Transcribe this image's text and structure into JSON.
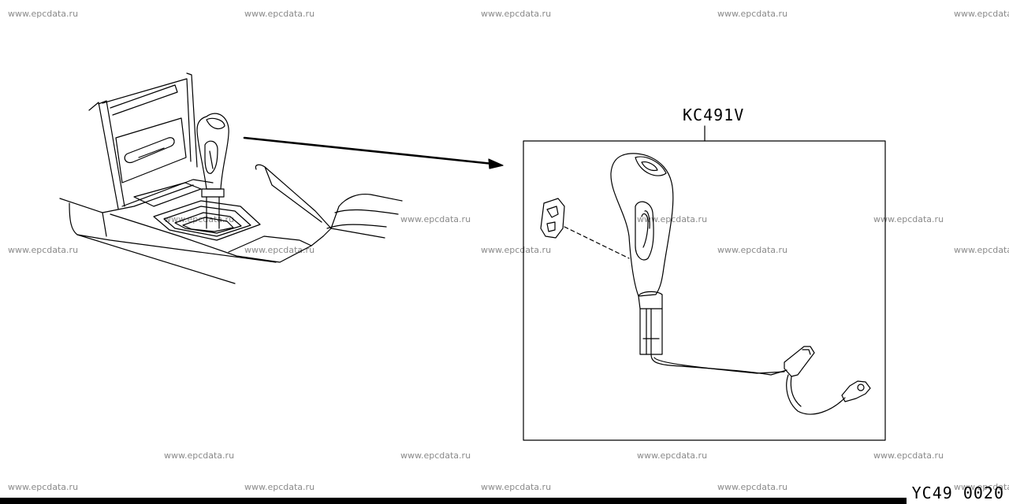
{
  "watermark": "www.epcdata.ru",
  "part_number": "KC491V",
  "diagram_code": "YC49 0020",
  "stroke_color": "#000000",
  "watermark_color": "#8a8a8a"
}
